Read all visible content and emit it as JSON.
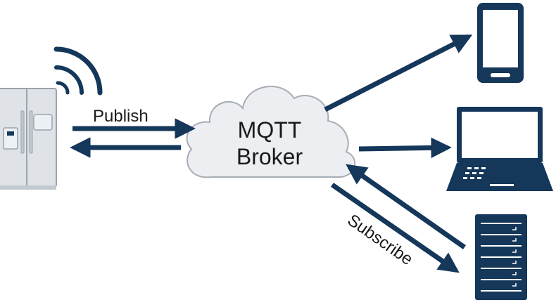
{
  "broker": {
    "line1": "MQTT",
    "line2": "Broker"
  },
  "labels": {
    "publish": "Publish",
    "subscribe": "Subscribe"
  },
  "colors": {
    "arrow": "#14375a",
    "device": "#14375a",
    "cloud_fill": "#eceef1",
    "cloud_stroke": "#a7adb5",
    "fridge_fill": "#dfe3e8",
    "fridge_stroke": "#9aa3ad"
  },
  "icons": {
    "publisher": "refrigerator-icon",
    "signal": "wireless-signal-icon",
    "subscribers": [
      "smartphone-icon",
      "laptop-icon",
      "server-rack-icon"
    ]
  }
}
